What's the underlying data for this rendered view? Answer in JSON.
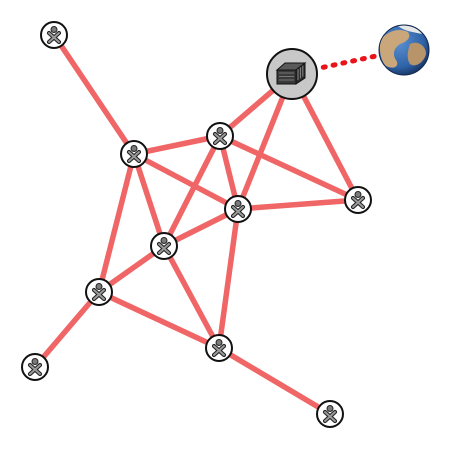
{
  "colors": {
    "mesh_link": "#f06565",
    "internet_link": "#e8141a",
    "node_stroke": "#111111",
    "node_fill": "#ffffff",
    "server_fill": "#c8c8c8",
    "server_icon": "#3a3a3a",
    "globe_ocean": "#2f63a8",
    "globe_land": "#c9a77a",
    "icon_fill": "#7a7a7a"
  },
  "icons": {
    "laptop": "xo-laptop-icon",
    "server": "school-server-icon",
    "internet": "globe-icon"
  },
  "nodes": [
    {
      "id": "xo-1",
      "type": "laptop"
    },
    {
      "id": "xo-2",
      "type": "laptop"
    },
    {
      "id": "xo-3",
      "type": "laptop"
    },
    {
      "id": "xo-4",
      "type": "laptop"
    },
    {
      "id": "xo-5",
      "type": "laptop"
    },
    {
      "id": "xo-6",
      "type": "laptop"
    },
    {
      "id": "xo-7",
      "type": "laptop"
    },
    {
      "id": "xo-8",
      "type": "laptop"
    },
    {
      "id": "xo-9",
      "type": "laptop"
    },
    {
      "id": "xo-10",
      "type": "laptop"
    },
    {
      "id": "xo-11",
      "type": "laptop"
    },
    {
      "id": "server",
      "type": "server"
    },
    {
      "id": "internet",
      "type": "internet"
    }
  ],
  "links": [
    {
      "from": "xo-1",
      "to": "xo-2",
      "kind": "mesh"
    },
    {
      "from": "xo-2",
      "to": "xo-3",
      "kind": "mesh"
    },
    {
      "from": "xo-2",
      "to": "xo-4",
      "kind": "mesh"
    },
    {
      "from": "xo-2",
      "to": "xo-5",
      "kind": "mesh"
    },
    {
      "from": "xo-2",
      "to": "xo-7",
      "kind": "mesh"
    },
    {
      "from": "xo-3",
      "to": "server",
      "kind": "mesh"
    },
    {
      "from": "xo-3",
      "to": "xo-4",
      "kind": "mesh"
    },
    {
      "from": "xo-3",
      "to": "xo-5",
      "kind": "mesh"
    },
    {
      "from": "xo-3",
      "to": "xo-6",
      "kind": "mesh"
    },
    {
      "from": "server",
      "to": "xo-4",
      "kind": "mesh"
    },
    {
      "from": "server",
      "to": "xo-6",
      "kind": "mesh"
    },
    {
      "from": "xo-4",
      "to": "xo-6",
      "kind": "mesh"
    },
    {
      "from": "xo-4",
      "to": "xo-5",
      "kind": "mesh"
    },
    {
      "from": "xo-4",
      "to": "xo-9",
      "kind": "mesh"
    },
    {
      "from": "xo-5",
      "to": "xo-7",
      "kind": "mesh"
    },
    {
      "from": "xo-5",
      "to": "xo-9",
      "kind": "mesh"
    },
    {
      "from": "xo-7",
      "to": "xo-9",
      "kind": "mesh"
    },
    {
      "from": "xo-7",
      "to": "xo-8",
      "kind": "mesh"
    },
    {
      "from": "xo-9",
      "to": "xo-10",
      "kind": "mesh"
    },
    {
      "from": "server",
      "to": "internet",
      "kind": "internet"
    }
  ]
}
